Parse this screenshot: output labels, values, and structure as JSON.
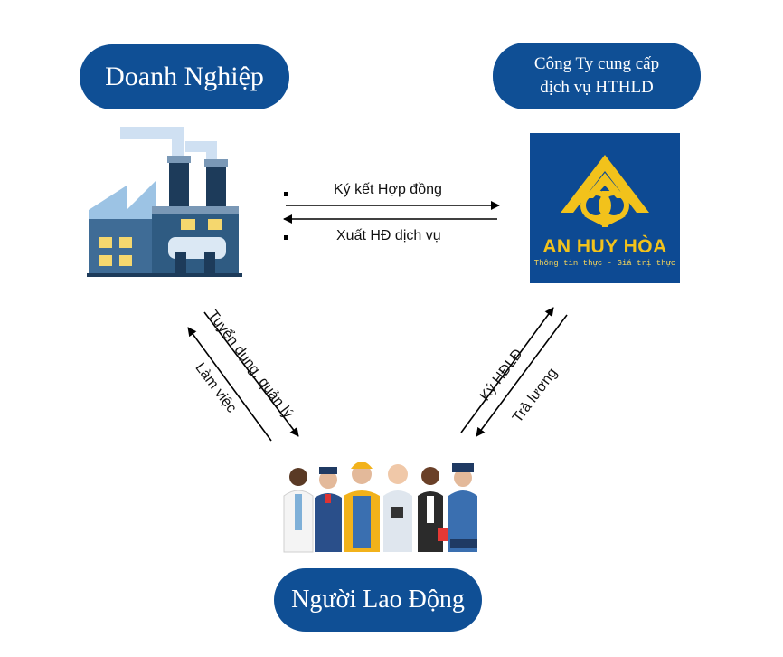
{
  "nodes": {
    "doanh_nghiep": "Doanh Nghiệp",
    "cong_ty_line1": "Công Ty cung cấp",
    "cong_ty_line2": "dịch vụ HTHLD",
    "nguoi_lao_dong": "Người Lao Động"
  },
  "logo": {
    "name": "AN HUY HÒA",
    "tagline": "Thông tin thực - Giá trị thực"
  },
  "edges": {
    "ky_ket": "Ký kết Hợp đồng",
    "xuat_hd": "Xuất HĐ dịch vụ",
    "tuyen_dung": "Tuyển dụng, quản lý",
    "lam_viec": "Làm việc",
    "ky_hdld": "Ký HĐLĐ",
    "tra_luong": "Trả lương"
  },
  "colors": {
    "pill": "#0f4f95",
    "logo_bg": "#0d4a93",
    "logo_gold": "#f2c21b"
  }
}
